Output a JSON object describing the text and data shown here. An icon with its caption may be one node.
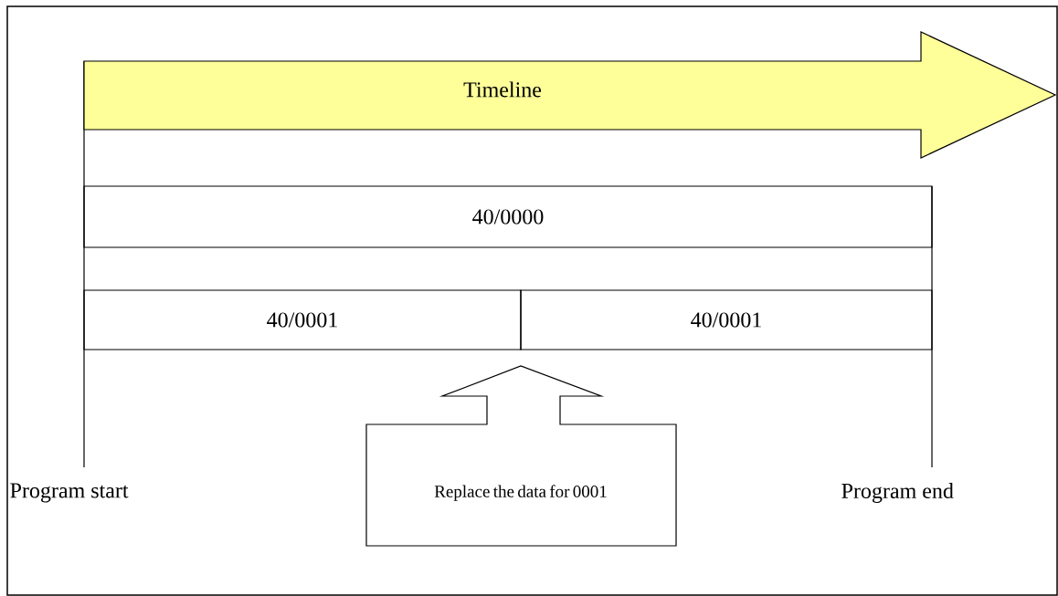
{
  "diagram": {
    "nodes": [
      {
        "text": [
          "Timeline"
        ]
      },
      {
        "text": [
          "40/0000"
        ]
      },
      {
        "text": [
          "40/0001"
        ]
      },
      {
        "text": [
          "40/0001"
        ]
      },
      {
        "text": [
          "Replace the data for 0001"
        ]
      }
    ],
    "labels": [
      "Program start",
      "Program end"
    ]
  }
}
